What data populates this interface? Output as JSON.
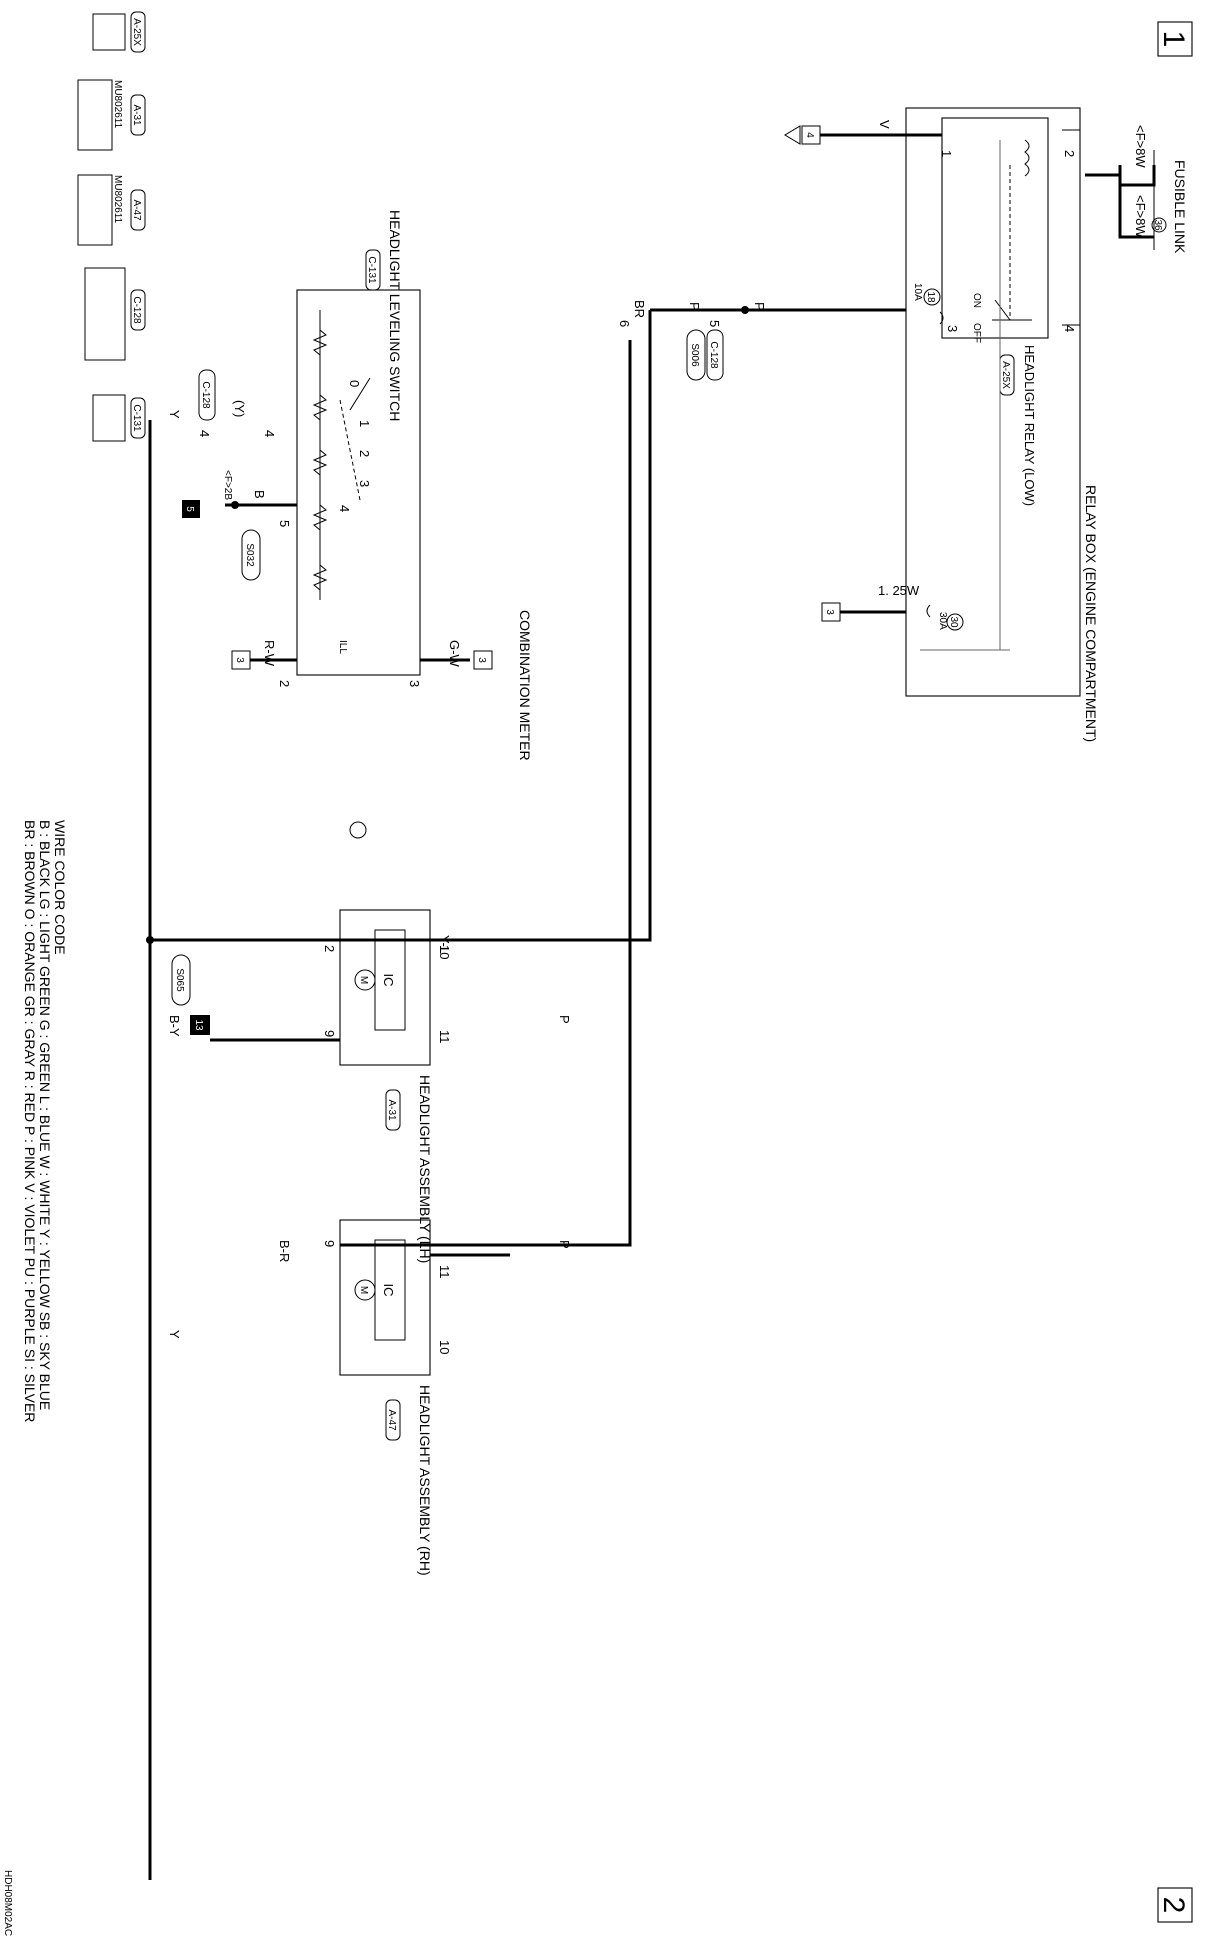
{
  "page": {
    "number_top": "1",
    "number_bottom": "2",
    "diagram_code": "HDH08M02AC"
  },
  "connectors": {
    "a25x": "A-25X",
    "a31": "A-31",
    "a47": "A-47",
    "c128": "C-128",
    "c131": "C-131",
    "part_no": "MU802611"
  },
  "fusible_link": {
    "title": "FUSIBLE LINK",
    "number": "36",
    "wire1": "<F>8W",
    "wire2": "<F>8W"
  },
  "relay_box": {
    "title": "RELAY BOX (ENGINE COMPARTMENT)",
    "fuse18": "18",
    "fuse18_rating": "10A",
    "fuse30": "30",
    "fuse30_rating": "30A",
    "wire_out": "1. 25W",
    "ref": "3"
  },
  "headlight_relay": {
    "title": "HEADLIGHT RELAY (LOW)",
    "connector": "A-25X",
    "on": "ON",
    "off": "OFF",
    "pins": [
      "1",
      "2",
      "3",
      "4"
    ]
  },
  "v_wire": {
    "color": "V",
    "ref": "4"
  },
  "leveling_switch": {
    "title": "HEADLIGHT LEVELING SWITCH",
    "connector": "C-131",
    "positions": [
      "0",
      "1",
      "2",
      "3",
      "4"
    ],
    "ill": "ILL"
  },
  "wires": {
    "br": "BR",
    "p": "P",
    "y": "Y",
    "y_paren": "(Y)",
    "b": "B",
    "gw": "G-W",
    "rw": "R-W",
    "yl": "Y-L",
    "by": "B-Y",
    "br2": "B-R",
    "f2b": "<F>2B"
  },
  "pins": {
    "p6": "6",
    "p5": "5",
    "p4": "4",
    "p3": "3",
    "p2": "2",
    "c128_5": "5",
    "c128_4": "4",
    "p9": "9",
    "p10": "10",
    "p11": "11"
  },
  "splices": {
    "s006": "S006",
    "s032": "S032",
    "s065": "S065"
  },
  "grounds": {
    "g5": "5",
    "g13": "13"
  },
  "combination_meter": {
    "title": "COMBINATION METER",
    "ref_top": "3",
    "ref_bottom": "3"
  },
  "headlight_lh": {
    "title": "HEADLIGHT ASSEMBLY (LH)",
    "connector": "A-31",
    "ic": "IC",
    "motor": "M"
  },
  "headlight_rh": {
    "title": "HEADLIGHT ASSEMBLY (RH)",
    "connector": "A-47",
    "ic": "IC",
    "motor": "M"
  },
  "wire_color_code": {
    "title": "WIRE COLOR CODE",
    "line1": "B : BLACK   LG : LIGHT GREEN   G : GREEN   L : BLUE   W : WHITE   Y : YELLOW   SB : SKY BLUE",
    "line2": "BR : BROWN   O : ORANGE   GR : GRAY   R : RED   P : PINK   V : VIOLET   PU : PURPLE   SI : SILVER"
  }
}
